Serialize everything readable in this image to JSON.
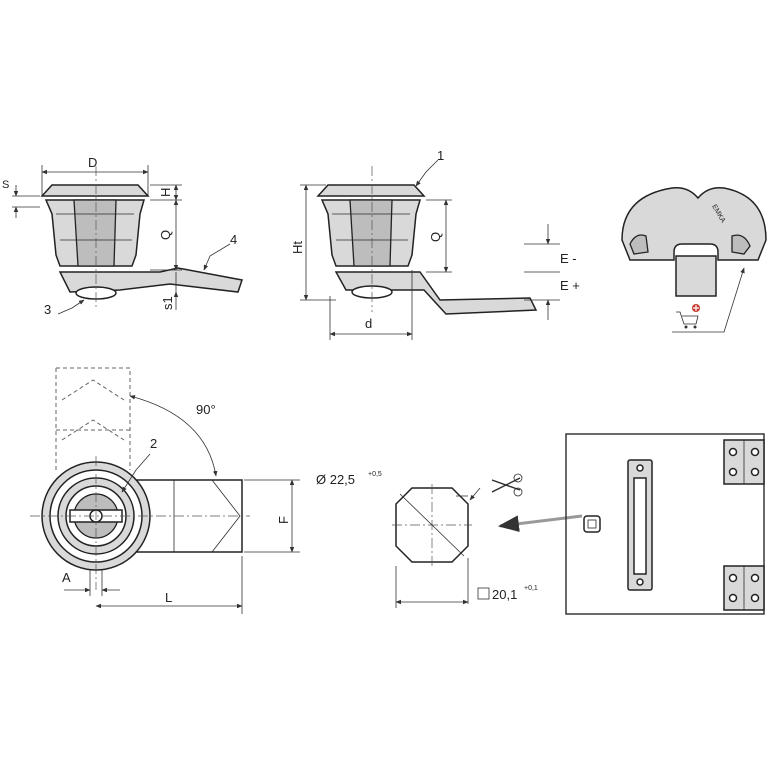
{
  "labels": {
    "D": "D",
    "S": "S",
    "H": "H",
    "Q_left": "Q",
    "s1": "s1",
    "callout_3": "3",
    "callout_4": "4",
    "callout_1": "1",
    "Ht": "Ht",
    "Q_mid": "Q",
    "d": "d",
    "E_minus": "E -",
    "E_plus": "E +",
    "angle": "90°",
    "callout_2": "2",
    "F": "F",
    "A": "A",
    "L": "L",
    "diameter": "Ø 22,5",
    "diameter_tol": "+0,5",
    "square": "20,1",
    "square_tol": "+0,1",
    "key_brand": "EMKA"
  },
  "icons": {
    "scissors": "scissors-icon",
    "cart": "cart-add-icon"
  }
}
